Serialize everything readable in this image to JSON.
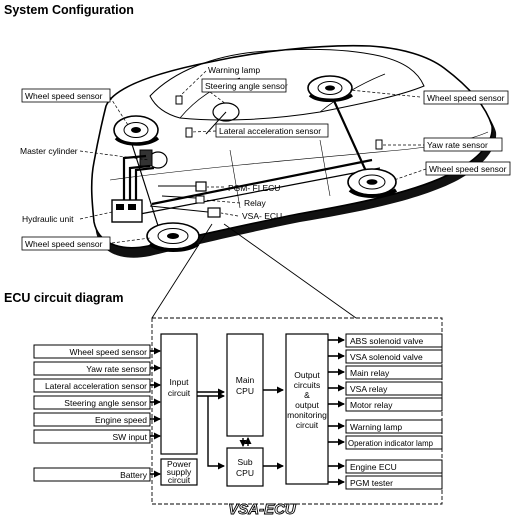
{
  "sections": {
    "system": "System Configuration",
    "ecu": "ECU circuit diagram"
  },
  "car_labels": {
    "warning_lamp": "Warning lamp",
    "steering_angle_sensor": "Steering angle sensor",
    "wheel_speed_sensor_fl": "Wheel speed sensor",
    "wheel_speed_sensor_fr": "Wheel speed sensor",
    "lateral_accel_sensor": "Lateral acceleration sensor",
    "master_cylinder": "Master cylinder",
    "yaw_rate_sensor": "Yaw rate sensor",
    "wheel_speed_sensor_rr": "Wheel speed sensor",
    "pgm_fi_ecu": "PGM- FI ECU",
    "relay": "Relay",
    "hydraulic_unit": "Hydraulic unit",
    "vsa_ecu": "VSA- ECU",
    "wheel_speed_sensor_rl": "Wheel speed sensor"
  },
  "ecu": {
    "inputs": [
      "Wheel speed sensor",
      "Yaw rate sensor",
      "Lateral acceleration sensor",
      "Steering angle sensor",
      "Engine speed",
      "SW input"
    ],
    "battery": "Battery",
    "input_circuit": [
      "Input",
      "circuit"
    ],
    "power_supply": [
      "Power",
      "supply",
      "circuit"
    ],
    "main_cpu": [
      "Main",
      "CPU"
    ],
    "sub_cpu": [
      "Sub",
      "CPU"
    ],
    "output_circuits": [
      "Output",
      "circuits",
      "&",
      "output",
      "monitoring",
      "circuit"
    ],
    "outputs": [
      "ABS solenoid valve",
      "VSA solenoid valve",
      "Main relay",
      "VSA relay",
      "Motor relay",
      "Warning lamp",
      "Operation indicator lamp",
      "Engine ECU",
      "PGM tester"
    ],
    "footer": "VSA-ECU"
  }
}
